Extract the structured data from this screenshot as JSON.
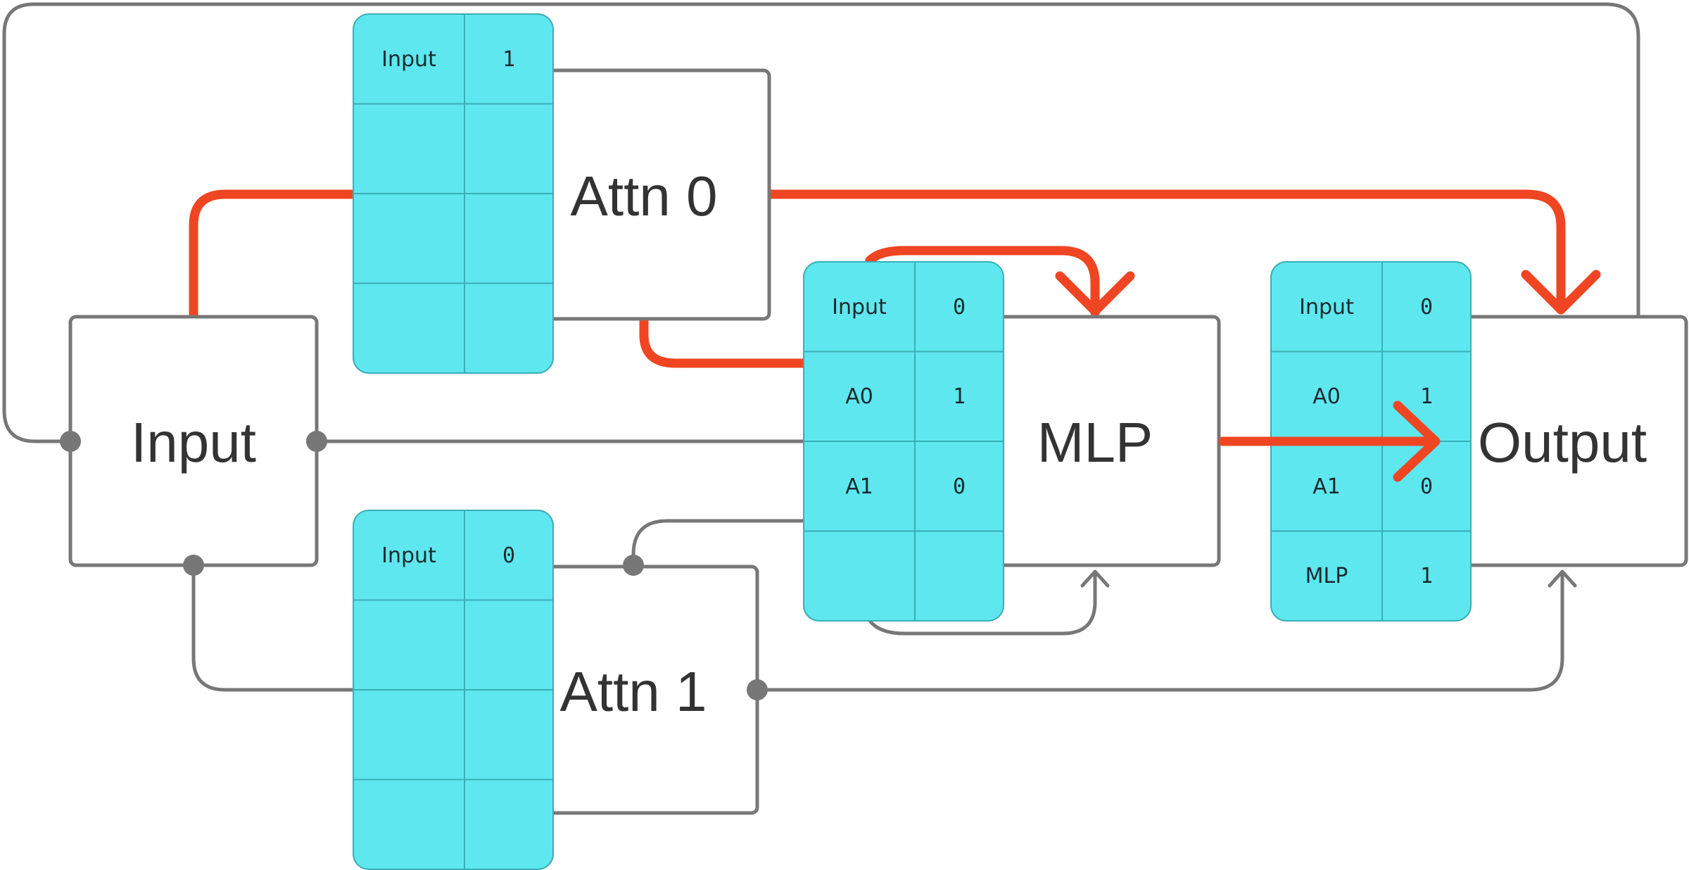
{
  "colors": {
    "gray_wire": "#777777",
    "highlight_wire": "#ef4522",
    "table_fill": "#5ee7ef",
    "table_border": "#3aaeb6",
    "text": "#333333"
  },
  "nodes": {
    "input": {
      "label": "Input"
    },
    "attn0": {
      "label": "Attn 0"
    },
    "attn1": {
      "label": "Attn 1"
    },
    "mlp": {
      "label": "MLP"
    },
    "output": {
      "label": "Output"
    }
  },
  "tables": {
    "attn0": {
      "rows": [
        {
          "key": "Input",
          "value": "1"
        },
        {
          "key": "",
          "value": ""
        },
        {
          "key": "",
          "value": ""
        },
        {
          "key": "",
          "value": ""
        }
      ]
    },
    "attn1": {
      "rows": [
        {
          "key": "Input",
          "value": "0"
        },
        {
          "key": "",
          "value": ""
        },
        {
          "key": "",
          "value": ""
        },
        {
          "key": "",
          "value": ""
        }
      ]
    },
    "mlp": {
      "rows": [
        {
          "key": "Input",
          "value": "0"
        },
        {
          "key": "A0",
          "value": "1"
        },
        {
          "key": "A1",
          "value": "0"
        },
        {
          "key": "",
          "value": ""
        }
      ]
    },
    "output": {
      "rows": [
        {
          "key": "Input",
          "value": "0"
        },
        {
          "key": "A0",
          "value": "1"
        },
        {
          "key": "A1",
          "value": "0"
        },
        {
          "key": "MLP",
          "value": "1"
        }
      ]
    }
  }
}
